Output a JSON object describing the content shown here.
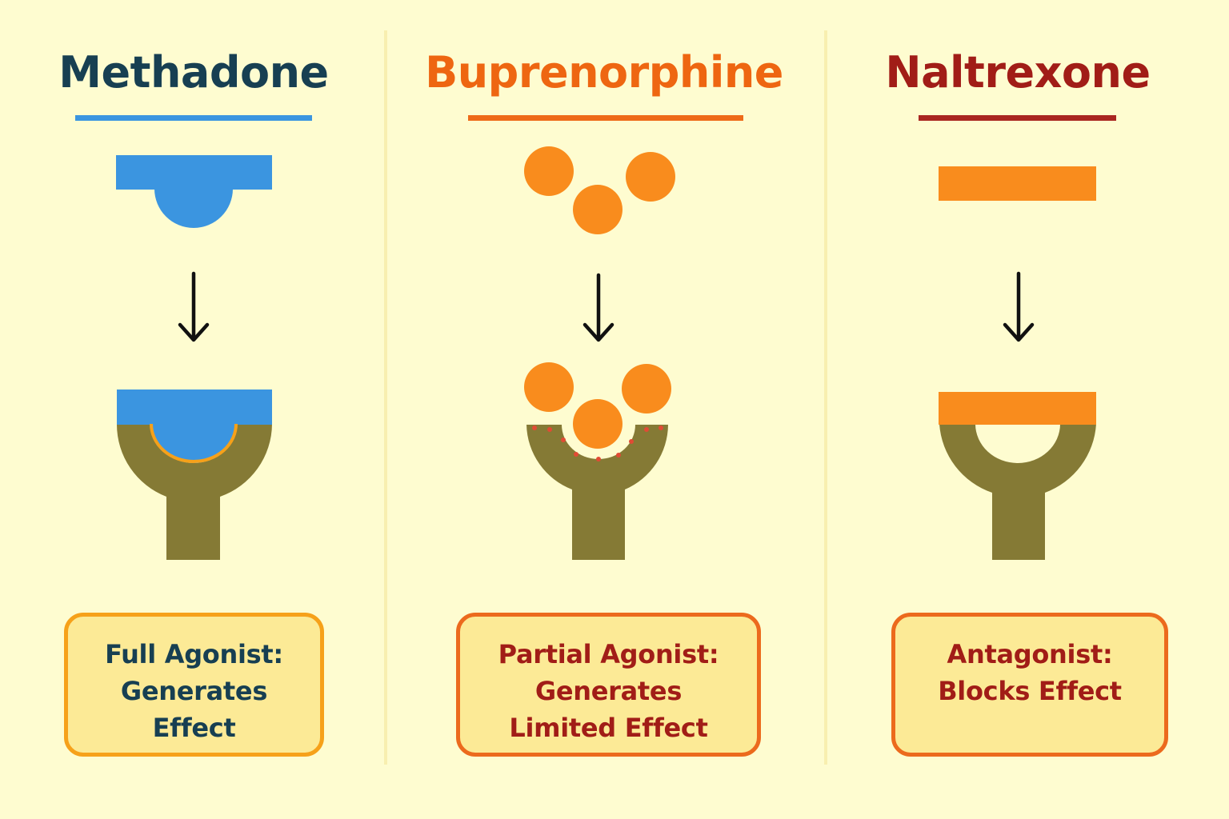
{
  "columns": [
    {
      "title": "Methadone",
      "effect_lines": [
        "Full Agonist:",
        "Generates",
        "Effect"
      ]
    },
    {
      "title": "Buprenorphine",
      "effect_lines": [
        "Partial Agonist:",
        "Generates",
        "Limited Effect"
      ]
    },
    {
      "title": "Naltrexone",
      "effect_lines": [
        "Antagonist:",
        "Blocks Effect"
      ]
    }
  ],
  "colors": {
    "background": "#fefcd0",
    "methadone_title": "#173f52",
    "methadone_accent": "#3b95e0",
    "buprenorphine_title": "#ee6611",
    "buprenorphine_accent": "#ee6a18",
    "naltrexone_title": "#a11d17",
    "naltrexone_accent": "#a92620",
    "molecule_orange": "#f98c1d",
    "receptor": "#857a35",
    "box_fill": "#fcea96",
    "box_border_orange": "#f6a11a",
    "box_border_red": "#ec6a1d",
    "partial_dots": "#e14b35",
    "arrow": "#111111"
  },
  "icons": [
    "methadone-molecule-icon",
    "buprenorphine-molecule-icon",
    "naltrexone-molecule-icon",
    "down-arrow-icon",
    "receptor-icon"
  ]
}
